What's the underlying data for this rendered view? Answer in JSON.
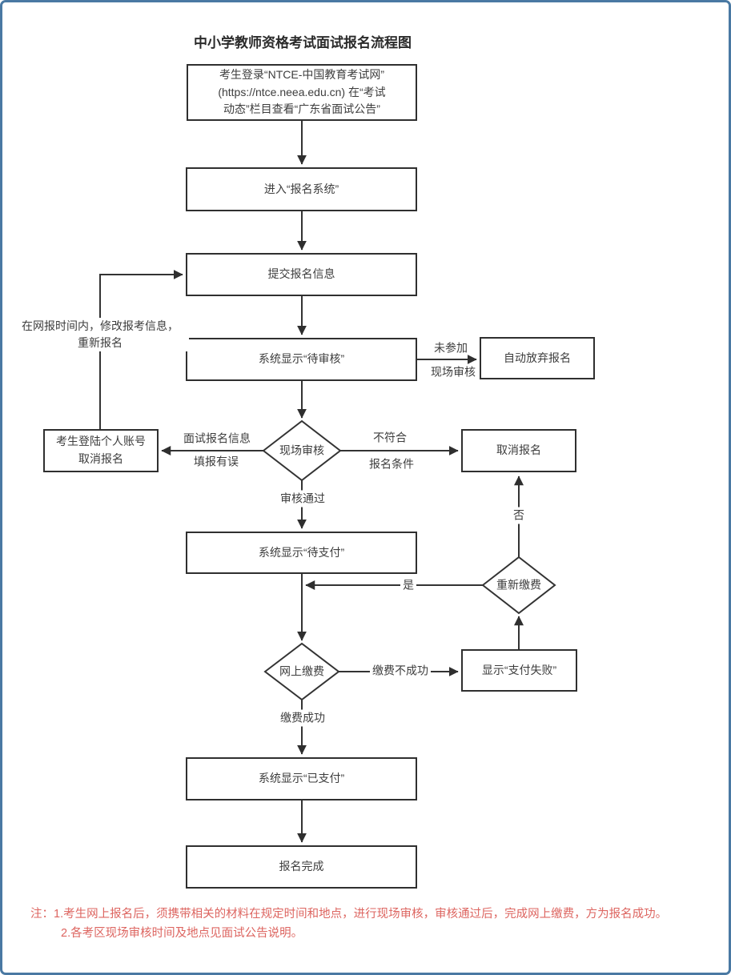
{
  "title": "中小学教师资格考试面试报名流程图",
  "nodes": {
    "login": "考生登录“NTCE-中国教育考试网”\n(https://ntce.neea.edu.cn) 在“考试\n动态”栏目查看“广东省面试公告”",
    "enter_system": "进入“报名系统”",
    "submit_info": "提交报名信息",
    "pending_review": "系统显示“待审核”",
    "auto_abandon": "自动放弃报名",
    "onsite_review": "现场审核",
    "cancel_account": "考生登陆个人账号\n取消报名",
    "cancel_reg": "取消报名",
    "pending_pay": "系统显示“待支付”",
    "repay": "重新缴费",
    "online_pay": "网上缴费",
    "pay_fail": "显示“支付失败”",
    "paid": "系统显示“已支付”",
    "complete": "报名完成"
  },
  "labels": {
    "not_attend_1": "未参加",
    "not_attend_2": "现场审核",
    "info_error_1": "面试报名信息",
    "info_error_2": "填报有误",
    "not_qualified_1": "不符合",
    "not_qualified_2": "报名条件",
    "review_pass": "审核通过",
    "modify": "在网报时间内，修改报考信息，\n重新报名",
    "no": "否",
    "yes": "是",
    "pay_not_success": "缴费不成功",
    "pay_success": "缴费成功"
  },
  "notes": {
    "line1": "注：1.考生网上报名后，须携带相关的材料在规定时间和地点，进行现场审核，审核通过后，完成网上缴费，方为报名成功。",
    "line2": "2.各考区现场审核时间及地点见面试公告说明。"
  },
  "colors": {
    "page_border": "#4a79a3",
    "line": "#333333",
    "note_text": "#dd6560"
  }
}
